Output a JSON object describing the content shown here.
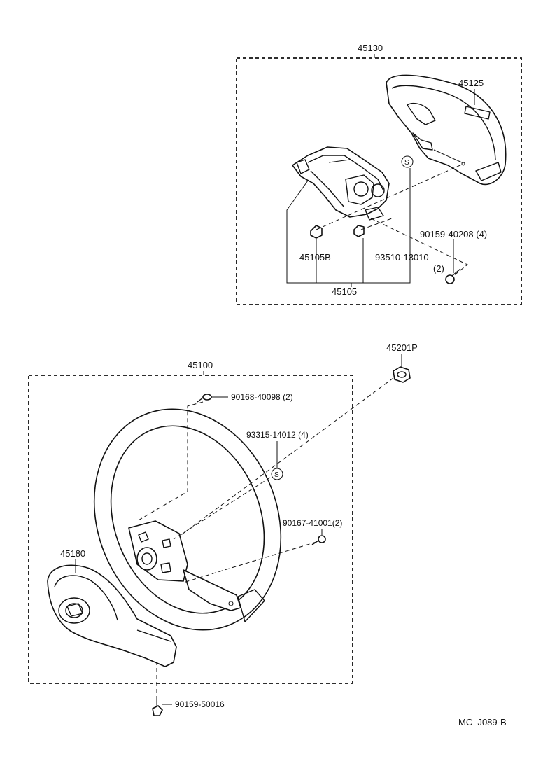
{
  "diagram": {
    "upper_group": {
      "assembly": "45130",
      "cover": "45125",
      "bracket_assembly": "45105",
      "sub_part": "45105B",
      "screw": "90159-40208 (4)",
      "clip_part": "93510-13010",
      "clip_qty": "(2)",
      "clip_symbol": "S"
    },
    "lower_group": {
      "assembly": "45100",
      "nut": "45201P",
      "bolt": "90168-40098 (2)",
      "stud": "93315-14012 (4)",
      "stud_symbol": "S",
      "screw": "90167-41001(2)",
      "pad": "45180",
      "pad_screw": "90159-50016"
    },
    "code": "MC  J089-B"
  }
}
